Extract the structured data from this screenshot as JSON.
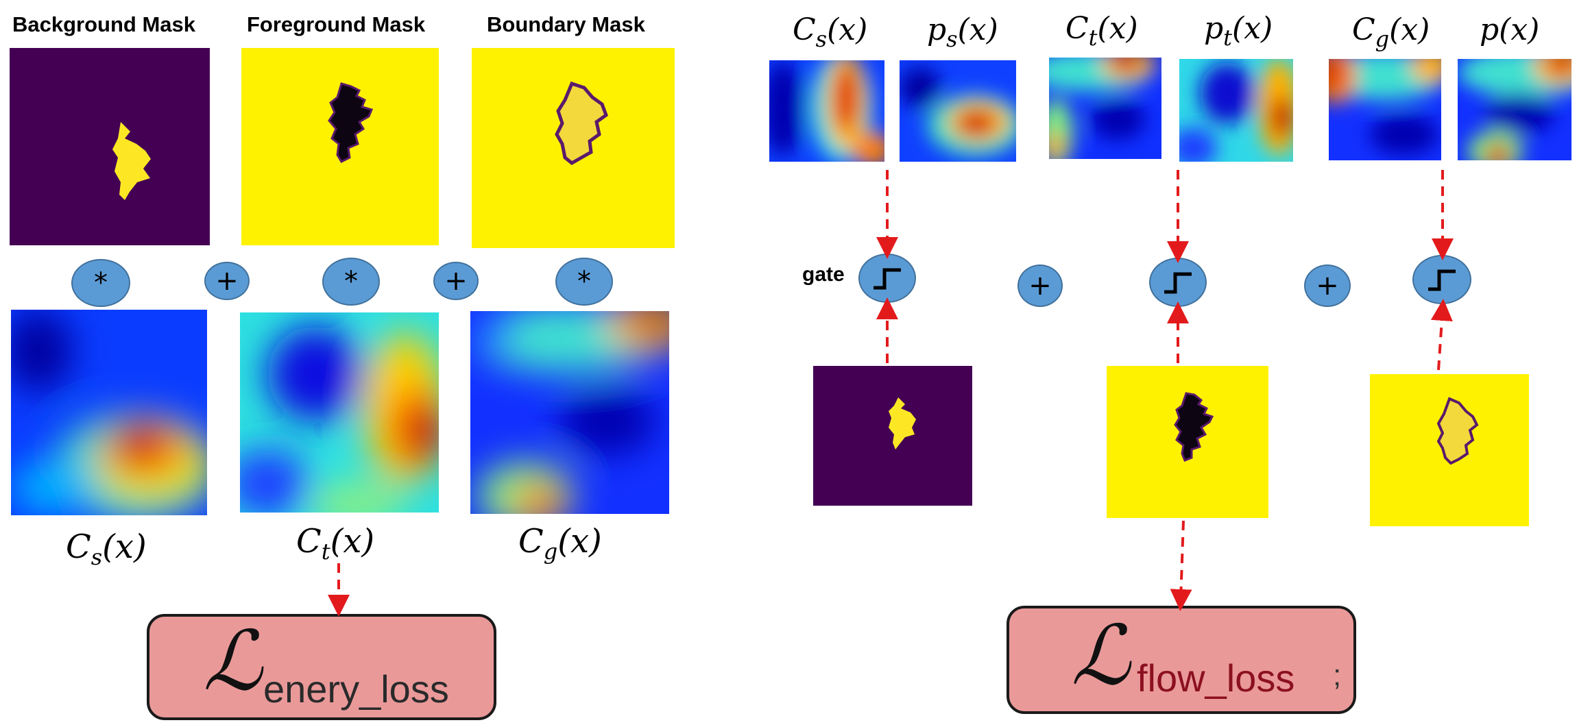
{
  "left": {
    "mask_headers": [
      "Background Mask",
      "Foreground Mask",
      "Boundary  Mask"
    ],
    "operators": [
      "*",
      "+",
      "*",
      "+",
      "*"
    ],
    "cost_labels": [
      {
        "base": "C",
        "sub": "s",
        "arg": "(x)"
      },
      {
        "base": "C",
        "sub": "t",
        "arg": "(x)"
      },
      {
        "base": "C",
        "sub": "g",
        "arg": "(x)"
      }
    ],
    "loss": {
      "symbol": "ℒ",
      "subscript": "enery_loss"
    }
  },
  "right": {
    "top_labels": [
      {
        "base": "C",
        "sub": "s",
        "arg": "(x)"
      },
      {
        "base": "p",
        "sub": "s",
        "arg": "(x)"
      },
      {
        "base": "C",
        "sub": "t",
        "arg": "(x)"
      },
      {
        "base": "p",
        "sub": "t",
        "arg": "(x)"
      },
      {
        "base": "C",
        "sub": "g",
        "arg": "(x)"
      },
      {
        "base": "p",
        "sub": "",
        "arg": "(x)"
      }
    ],
    "gate_label": "gate",
    "operators": [
      "+",
      "+"
    ],
    "loss": {
      "symbol": "ℒ",
      "subscript": "flow_loss",
      "trailing": ";"
    }
  },
  "colors": {
    "mask_purple": "#440154",
    "mask_yellow": "#fde725",
    "mask_bright_yellow": "#fff200",
    "operator_blue": "#5b9bd5",
    "arrow_red": "#e31a1c",
    "loss_fill": "#ea9999",
    "flow_loss_text": "#8b1020"
  }
}
